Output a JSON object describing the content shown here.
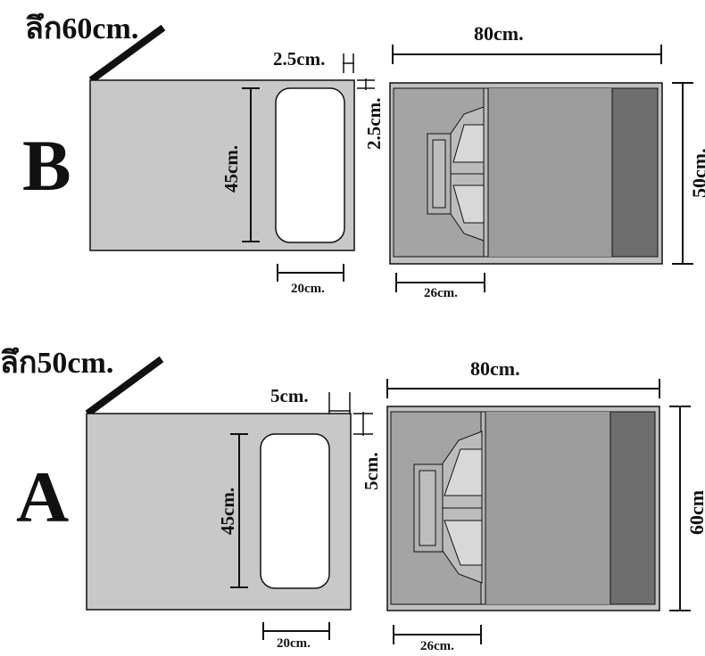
{
  "colors": {
    "panel": "#c8c8c8",
    "panel_dark": "#a2a2a2",
    "panel_mid": "#b0b0b0",
    "port_dark": "#6e6e6e",
    "line": "#111111",
    "white": "#ffffff"
  },
  "icons": [
    "thick-slash-icon",
    "speaker-driver-icon"
  ],
  "cabinet_b": {
    "label": "B",
    "depth_label": "ลึก60cm.",
    "dims": {
      "margin_h": "2.5cm.",
      "margin_v": "2.5cm.",
      "opening_height": "45cm.",
      "opening_width": "20cm.",
      "width": "80cm.",
      "height": "50cm.",
      "baffle_offset": "26cm."
    }
  },
  "cabinet_a": {
    "label": "A",
    "depth_label": "ลึก50cm.",
    "dims": {
      "margin_h": "5cm.",
      "margin_v": "5cm.",
      "opening_height": "45cm.",
      "opening_width": "20cm.",
      "width": "80cm.",
      "height": "60cm",
      "baffle_offset": "26cm."
    }
  }
}
